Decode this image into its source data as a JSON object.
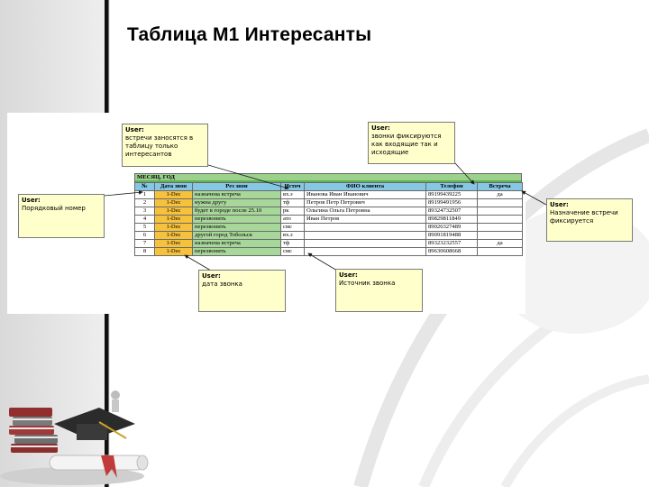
{
  "slide": {
    "title": "Таблица М1 Интересанты"
  },
  "sheet": {
    "title": "МЕСЯЦ, ГОД",
    "columns": [
      "№",
      "Дата звон",
      "Рез звон",
      "Источ",
      "ФИО клиента",
      "Телефон",
      "Встреча"
    ],
    "rows": [
      [
        "1",
        "1-Dec",
        "назначена встреча",
        "вх.з",
        "Иванова Иван Иванович",
        "89199439225",
        "да"
      ],
      [
        "2",
        "1-Dec",
        "нужна другу",
        "тф",
        "Петров Петр Петрович",
        "89199491956",
        ""
      ],
      [
        "3",
        "1-Dec",
        "будет в городе после 25.10",
        "рк",
        "Ольгина Ольга Петровна",
        "89324732507",
        ""
      ],
      [
        "4",
        "1-Dec",
        "перезвонить",
        "ато",
        "Иван Петров",
        "89829811849",
        ""
      ],
      [
        "5",
        "1-Dec",
        "перезвонить",
        "смс",
        "",
        "89026327489",
        ""
      ],
      [
        "6",
        "1-Dec",
        "другой город Тобольск",
        "вх.з",
        "",
        "89091819488",
        ""
      ],
      [
        "7",
        "1-Dec",
        "назначена встреча",
        "тф",
        "",
        "89323232557",
        "да"
      ],
      [
        "8",
        "1-Dec",
        "перезвонить",
        "смс",
        "",
        "89630608668",
        ""
      ]
    ]
  },
  "notes": {
    "author": "User:",
    "interested": "встречи заносятся в таблицу только интересантов",
    "calls": "звонки фиксируются как входящие так и исходящие",
    "order_number": "Порядковый номер",
    "meeting": "Назначение встречи фиксируется",
    "call_date": "дата звонка",
    "source": "Источник звонка"
  },
  "colors": {
    "note_fill": "#ffffcc",
    "header_fill": "#86c8e4",
    "title_fill": "#9bd08d",
    "date_fill": "#f6c23e",
    "result_fill": "#a8d79a"
  }
}
